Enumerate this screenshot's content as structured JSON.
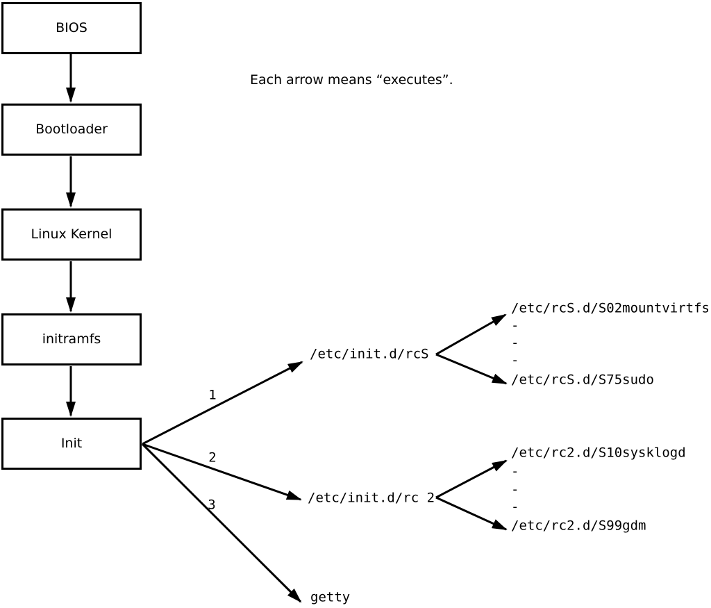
{
  "note": "Each arrow means “executes”.",
  "boxes": [
    {
      "id": "bios",
      "label": "BIOS"
    },
    {
      "id": "bootloader",
      "label": "Bootloader"
    },
    {
      "id": "linux-kernel",
      "label": "Linux Kernel"
    },
    {
      "id": "initramfs",
      "label": "initramfs"
    },
    {
      "id": "init",
      "label": "Init"
    }
  ],
  "branches": [
    {
      "number": "1",
      "target": "/etc/init.d/rcS",
      "children": [
        "/etc/rcS.d/S02mountvirtfs",
        "-",
        "-",
        "-",
        "/etc/rcS.d/S75sudo"
      ]
    },
    {
      "number": "2",
      "target": "/etc/init.d/rc 2",
      "children": [
        "/etc/rc2.d/S10sysklogd",
        "-",
        "-",
        "-",
        "/etc/rc2.d/S99gdm"
      ]
    },
    {
      "number": "3",
      "target": "getty",
      "children": []
    }
  ],
  "colors": {
    "foreground": "#000000",
    "background": "#ffffff"
  }
}
